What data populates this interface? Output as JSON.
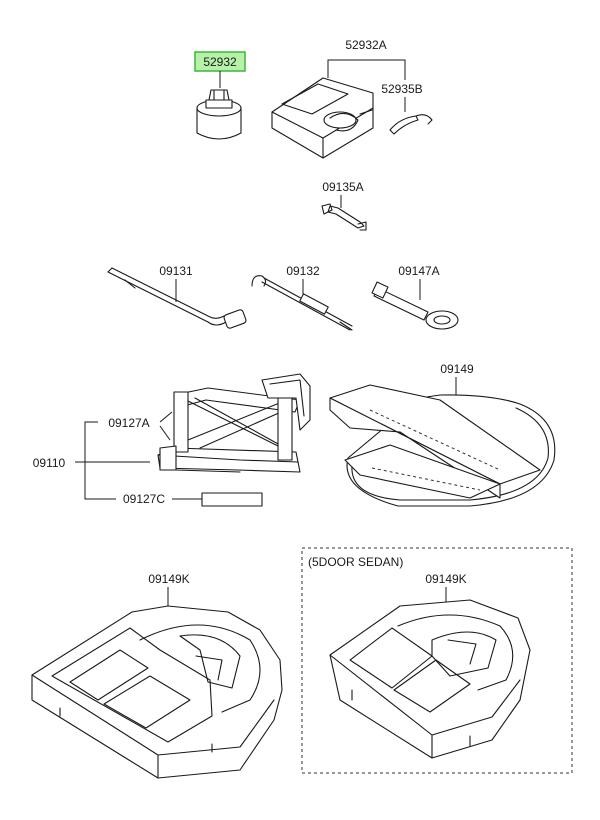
{
  "diagram": {
    "highlight_color": "#b7f0a8",
    "highlight_border": "#3bb53b",
    "variant_caption": "(5DOOR SEDAN)",
    "parts": [
      {
        "id": "p52932",
        "label": "52932",
        "highlighted": true
      },
      {
        "id": "p52932a",
        "label": "52932A",
        "highlighted": false
      },
      {
        "id": "p52935b",
        "label": "52935B",
        "highlighted": false
      },
      {
        "id": "p09135a",
        "label": "09135A",
        "highlighted": false
      },
      {
        "id": "p09131",
        "label": "09131",
        "highlighted": false
      },
      {
        "id": "p09132",
        "label": "09132",
        "highlighted": false
      },
      {
        "id": "p09147a",
        "label": "09147A",
        "highlighted": false
      },
      {
        "id": "p09149",
        "label": "09149",
        "highlighted": false
      },
      {
        "id": "p09127a",
        "label": "09127A",
        "highlighted": false
      },
      {
        "id": "p09110",
        "label": "09110",
        "highlighted": false
      },
      {
        "id": "p09127c",
        "label": "09127C",
        "highlighted": false
      },
      {
        "id": "p09149k_1",
        "label": "09149K",
        "highlighted": false
      },
      {
        "id": "p09149k_2",
        "label": "09149K",
        "highlighted": false
      }
    ]
  }
}
